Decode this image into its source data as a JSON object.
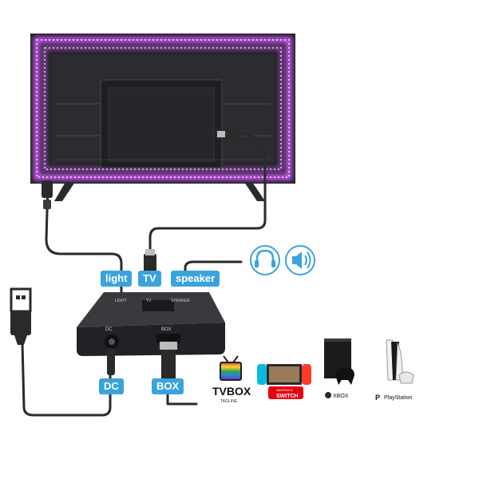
{
  "labels": {
    "light": "light",
    "tv": "TV",
    "speaker": "speaker",
    "dc": "DC",
    "box": "BOX"
  },
  "box_print": {
    "light": "LIGHT",
    "tv": "TV",
    "speaker": "SPEAKER",
    "dc": "DC",
    "box": "BOX"
  },
  "brands": {
    "tvbox": "TVBOX",
    "tvbox_tagline": "TAGLINE",
    "nintendo_small": "NINTENDO",
    "nintendo_switch": "SWITCH",
    "xbox": "XBOX",
    "playstation": "PlayStation"
  },
  "colors": {
    "label_bg": "#3aa3dd",
    "led_glow": "#d65cff",
    "tv_back": "#2b2b30",
    "cable": "#2a2a2a"
  },
  "icons": [
    "headphones-icon",
    "speaker-icon",
    "usb-plug-icon"
  ]
}
